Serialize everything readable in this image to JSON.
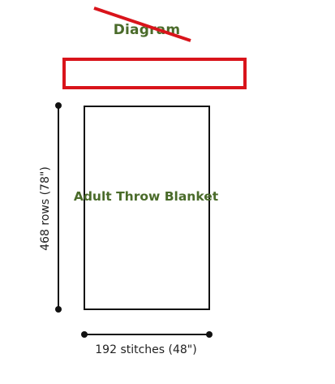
{
  "header": {
    "title": "Diagram"
  },
  "diagram": {
    "label": "Adult Throw Blanket",
    "width_label": "192 stitches (48\")",
    "height_label": "468 rows (78\")"
  },
  "colors": {
    "title": "#4a6b2a",
    "red": "#d9141b",
    "line": "#111111"
  }
}
